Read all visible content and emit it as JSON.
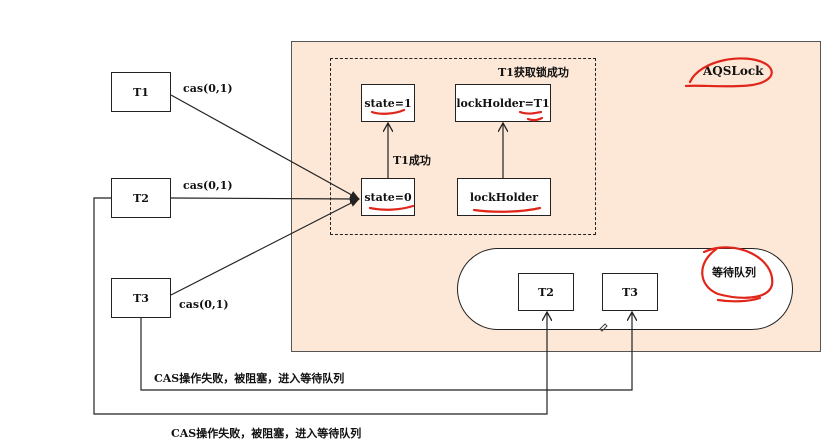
{
  "threads": {
    "t1": "T1",
    "t2": "T2",
    "t3": "T3"
  },
  "cas_labels": {
    "t1": "cas(0,1)",
    "t2": "cas(0,1)",
    "t3": "cas(0,1)"
  },
  "aqs": {
    "title": "AQSLock",
    "group_title": "T1获取锁成功",
    "state_new": "state=1",
    "state_old": "state=0",
    "state_edge_label": "T1成功",
    "lock_holder_new": "lockHolder=T1",
    "lock_holder_old": "lockHolder",
    "queue_title": "等待队列",
    "queue_items": [
      "T2",
      "T3"
    ]
  },
  "fail_notes": {
    "t3": "CAS操作失败，被阻塞，进入等待队列",
    "t2": "CAS操作失败，被阻塞，进入等待队列"
  },
  "colors": {
    "panel_bg": "#fde7d6",
    "annotation_red": "#e0261b",
    "line": "#222222"
  }
}
